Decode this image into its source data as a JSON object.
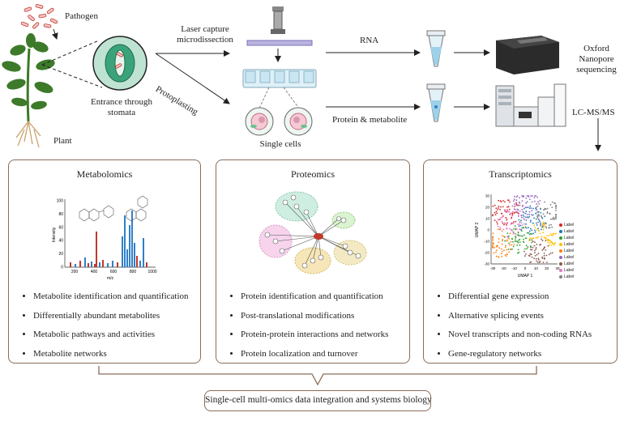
{
  "labels": {
    "pathogen": "Pathogen",
    "plant": "Plant",
    "entrance": "Entrance through stomata",
    "laser_capture": "Laser capture microdissection",
    "protoplasting": "Protoplasting",
    "single_cells": "Single cells",
    "rna": "RNA",
    "protein_metabolite": "Protein & metabolite",
    "oxford": "Oxford Nanopore sequencing",
    "lcms": "LC-MS/MS"
  },
  "panels": {
    "metabolomics": {
      "title": "Metabolomics",
      "items": [
        "Metabolite identification and quantification",
        "Differentially abundant metabolites",
        "Metabolic pathways and activities",
        "Metabolite networks"
      ],
      "chart": {
        "ylabel": "Intensity",
        "xlabel": "m/z",
        "yticks": [
          "100",
          "80",
          "60",
          "40",
          "20",
          "0"
        ],
        "xticks": [
          "200",
          "400",
          "600",
          "800",
          "1000"
        ]
      }
    },
    "proteomics": {
      "title": "Proteomics",
      "items": [
        "Protein identification and quantification",
        "Post-translational modifications",
        "Protein-protein interactions and networks",
        "Protein localization and turnover"
      ]
    },
    "transcriptomics": {
      "title": "Transcriptomics",
      "items": [
        "Differential gene expression",
        "Alternative splicing events",
        "Novel transcripts and non-coding RNAs",
        "Gene-regulatory networks"
      ],
      "umap": {
        "xlabel": "UMAP 1",
        "ylabel": "UMAP 2",
        "xticks": [
          "-30",
          "-20",
          "-10",
          "0",
          "10",
          "20",
          "30"
        ],
        "yticks": [
          "30",
          "20",
          "10",
          "0",
          "-10",
          "-20",
          "-30"
        ]
      },
      "legend": [
        {
          "label": "Label",
          "color": "#d62728"
        },
        {
          "label": "Label",
          "color": "#1f77b4"
        },
        {
          "label": "Label",
          "color": "#2ca02c"
        },
        {
          "label": "Label",
          "color": "#ffbf00"
        },
        {
          "label": "Label",
          "color": "#ff7f0e"
        },
        {
          "label": "Label",
          "color": "#9467bd"
        },
        {
          "label": "Label",
          "color": "#8c564b"
        },
        {
          "label": "Label",
          "color": "#e377c2"
        },
        {
          "label": "Label",
          "color": "#7f7f7f"
        }
      ]
    }
  },
  "final": "Single-cell multi-omics data integration and systems biology",
  "colors": {
    "border": "#8a6d5a",
    "arrow": "#222222",
    "leaf": "#3d7a2a",
    "spectrum_red": "#c0392b",
    "spectrum_blue": "#2f80c8"
  }
}
